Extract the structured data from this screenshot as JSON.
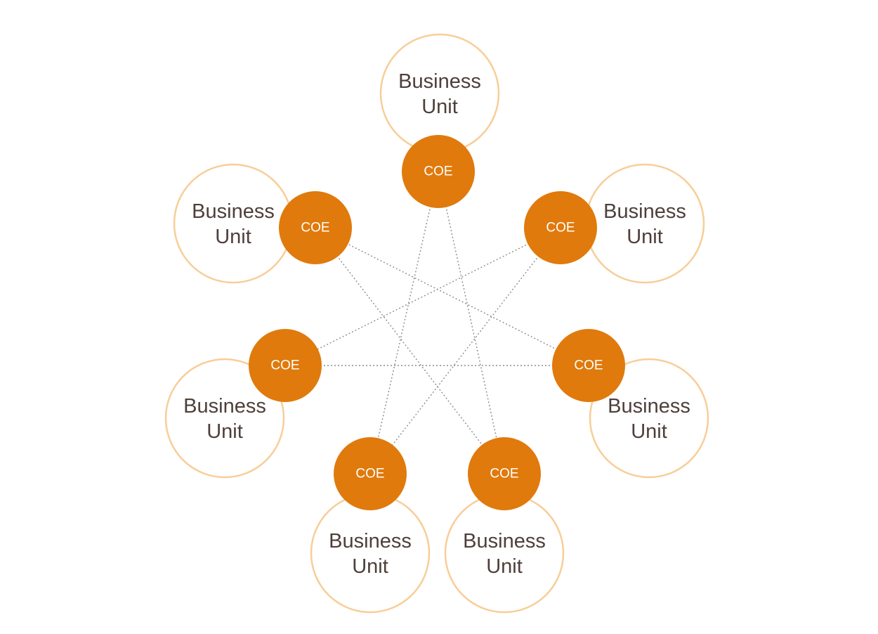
{
  "colors": {
    "business_unit_stroke": "#F7CE98",
    "business_unit_text": "#4E3F3B",
    "coe_fill": "#E07A0C",
    "coe_text": "#FFFFFF",
    "connector": "#8C8C8C"
  },
  "business_unit_label": [
    "Business",
    "Unit"
  ],
  "coe_label": "COE",
  "nodes": [
    {
      "id": "top",
      "business_unit_label": [
        "Business",
        "Unit"
      ],
      "coe_label": "COE"
    },
    {
      "id": "upper-right",
      "business_unit_label": [
        "Business",
        "Unit"
      ],
      "coe_label": "COE"
    },
    {
      "id": "lower-right",
      "business_unit_label": [
        "Business",
        "Unit"
      ],
      "coe_label": "COE"
    },
    {
      "id": "bottom-right",
      "business_unit_label": [
        "Business",
        "Unit"
      ],
      "coe_label": "COE"
    },
    {
      "id": "bottom-left",
      "business_unit_label": [
        "Business",
        "Unit"
      ],
      "coe_label": "COE"
    },
    {
      "id": "lower-left",
      "business_unit_label": [
        "Business",
        "Unit"
      ],
      "coe_label": "COE"
    },
    {
      "id": "upper-left",
      "business_unit_label": [
        "Business",
        "Unit"
      ],
      "coe_label": "COE"
    }
  ],
  "connections": [
    [
      "top",
      "bottom-right"
    ],
    [
      "top",
      "bottom-left"
    ],
    [
      "upper-right",
      "lower-left"
    ],
    [
      "upper-right",
      "bottom-left"
    ],
    [
      "lower-right",
      "upper-left"
    ],
    [
      "lower-right",
      "lower-left"
    ],
    [
      "upper-left",
      "bottom-right"
    ]
  ]
}
